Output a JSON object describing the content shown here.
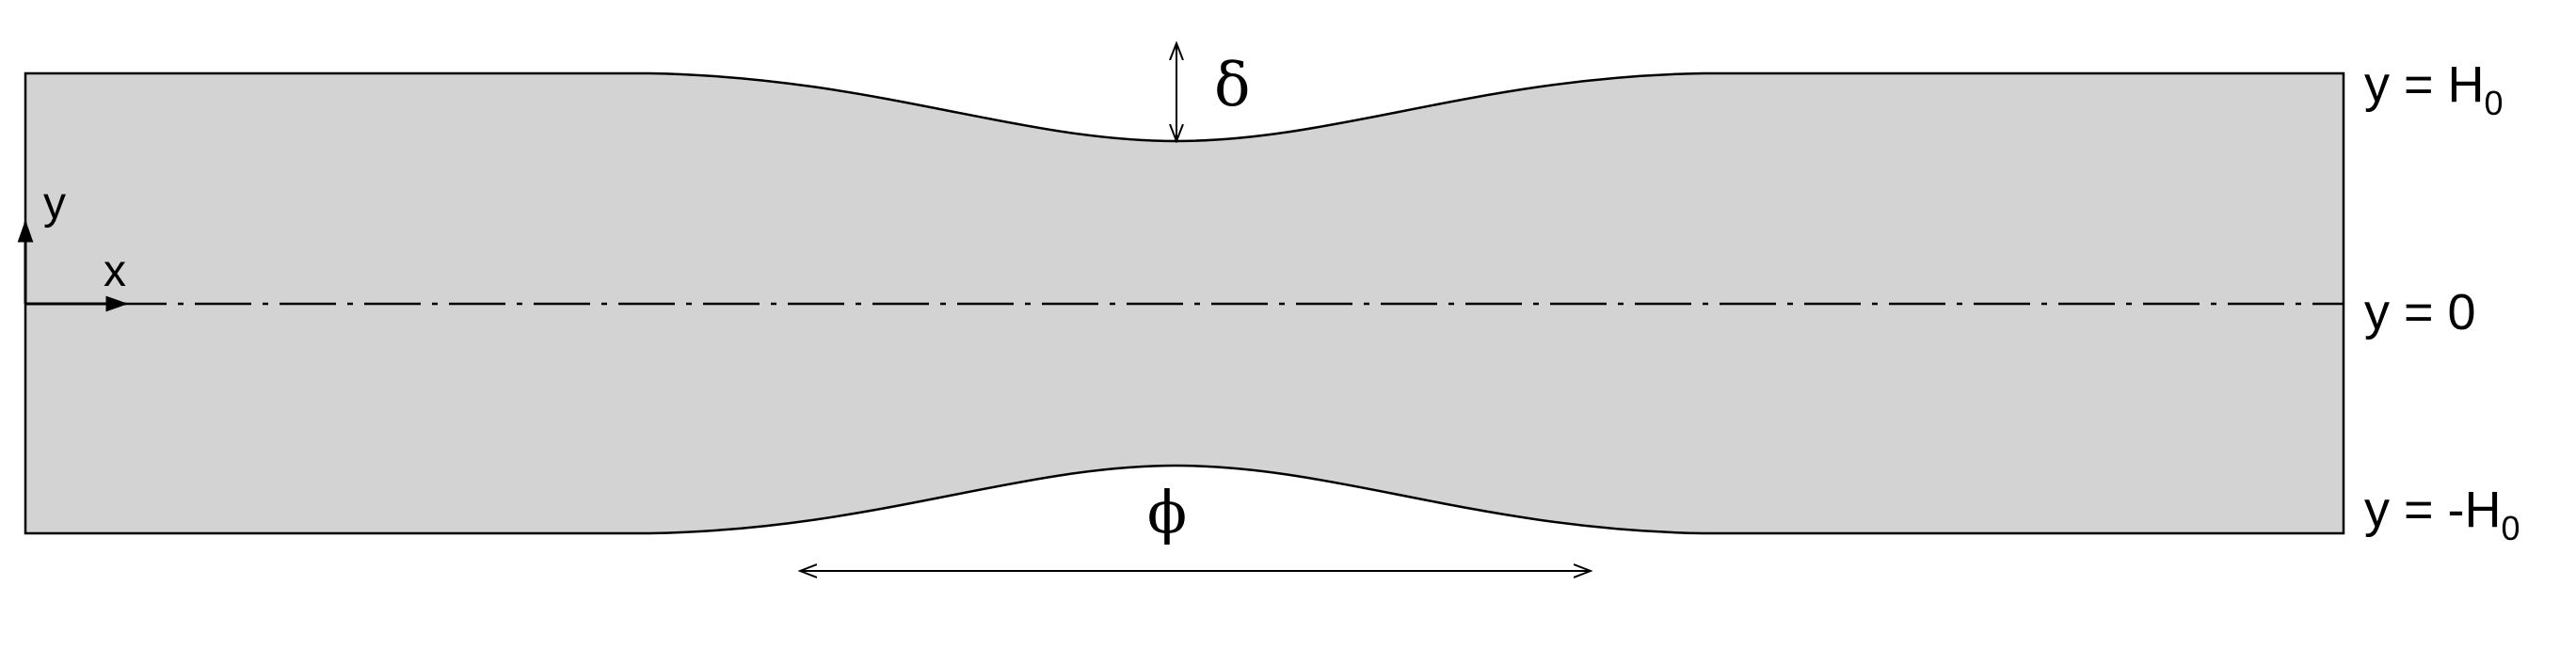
{
  "diagram": {
    "colors": {
      "fill": "#d3d3d3",
      "stroke": "#000000",
      "background": "#ffffff"
    },
    "labels": {
      "top_boundary": "y = H",
      "top_boundary_sub": "0",
      "centerline": "y = 0",
      "bottom_boundary": "y = -H",
      "bottom_boundary_sub": "0",
      "constriction_depth": "δ",
      "constriction_width": "ϕ",
      "axis_x": "x",
      "axis_y": "y"
    }
  }
}
